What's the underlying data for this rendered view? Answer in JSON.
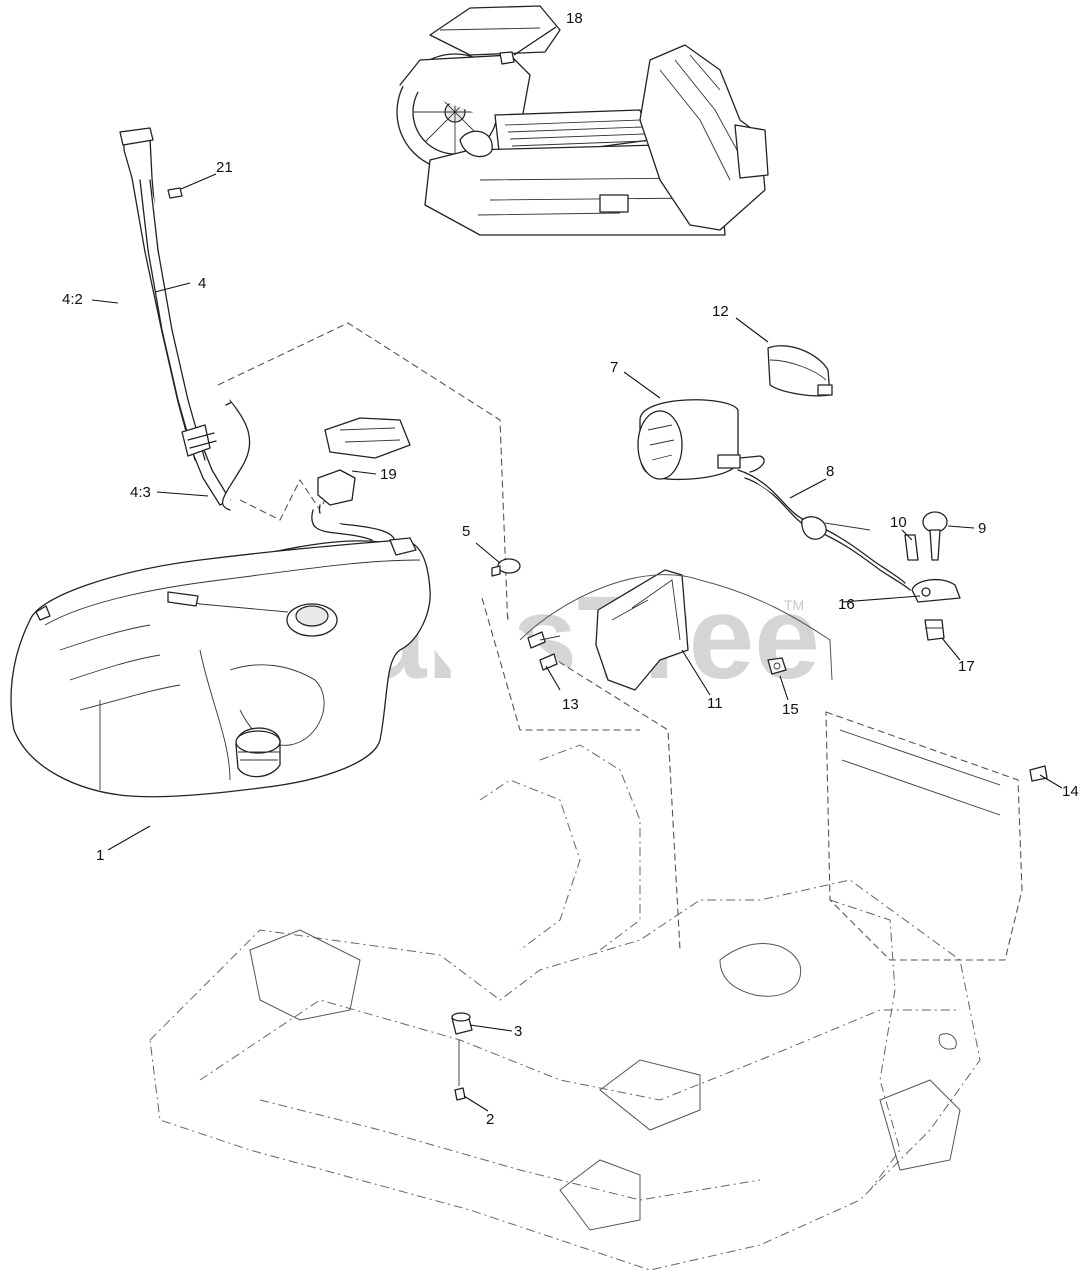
{
  "watermark": {
    "text": "PartsTree",
    "mark": "TM"
  },
  "callouts": [
    {
      "id": "c18",
      "label": "18"
    },
    {
      "id": "c21",
      "label": "21"
    },
    {
      "id": "c4",
      "label": "4"
    },
    {
      "id": "c4-2",
      "label": "4:2"
    },
    {
      "id": "c4-3",
      "label": "4:3"
    },
    {
      "id": "c19",
      "label": "19"
    },
    {
      "id": "c12",
      "label": "12"
    },
    {
      "id": "c7",
      "label": "7"
    },
    {
      "id": "c8",
      "label": "8"
    },
    {
      "id": "c10",
      "label": "10"
    },
    {
      "id": "c9",
      "label": "9"
    },
    {
      "id": "c5",
      "label": "5"
    },
    {
      "id": "c16",
      "label": "16"
    },
    {
      "id": "c17",
      "label": "17"
    },
    {
      "id": "c13",
      "label": "13"
    },
    {
      "id": "c11",
      "label": "11"
    },
    {
      "id": "c15",
      "label": "15"
    },
    {
      "id": "c1",
      "label": "1"
    },
    {
      "id": "c14",
      "label": "14"
    },
    {
      "id": "c3",
      "label": "3"
    },
    {
      "id": "c2",
      "label": "2"
    }
  ]
}
